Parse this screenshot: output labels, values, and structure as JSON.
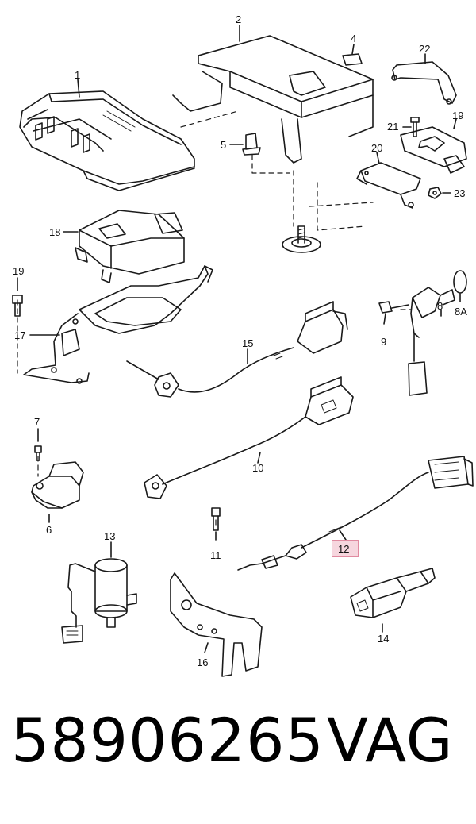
{
  "callouts": {
    "c1": "1",
    "c2": "2",
    "c4": "4",
    "c22": "22",
    "c5": "5",
    "c21": "21",
    "c19a": "19",
    "c20": "20",
    "c23": "23",
    "c18": "18",
    "c19b": "19",
    "c17": "17",
    "c15": "15",
    "c9": "9",
    "c8": "8",
    "c8a": "8A",
    "c7": "7",
    "c10": "10",
    "c6": "6",
    "c11": "11",
    "c12": "12",
    "c13": "13",
    "c16": "16",
    "c14": "14"
  },
  "footer": {
    "part_number": "58906265",
    "brand": "VAG"
  },
  "colors": {
    "line": "#1a1a1a",
    "highlight_fill": "#f6d6de",
    "highlight_border": "#e08aa0"
  }
}
